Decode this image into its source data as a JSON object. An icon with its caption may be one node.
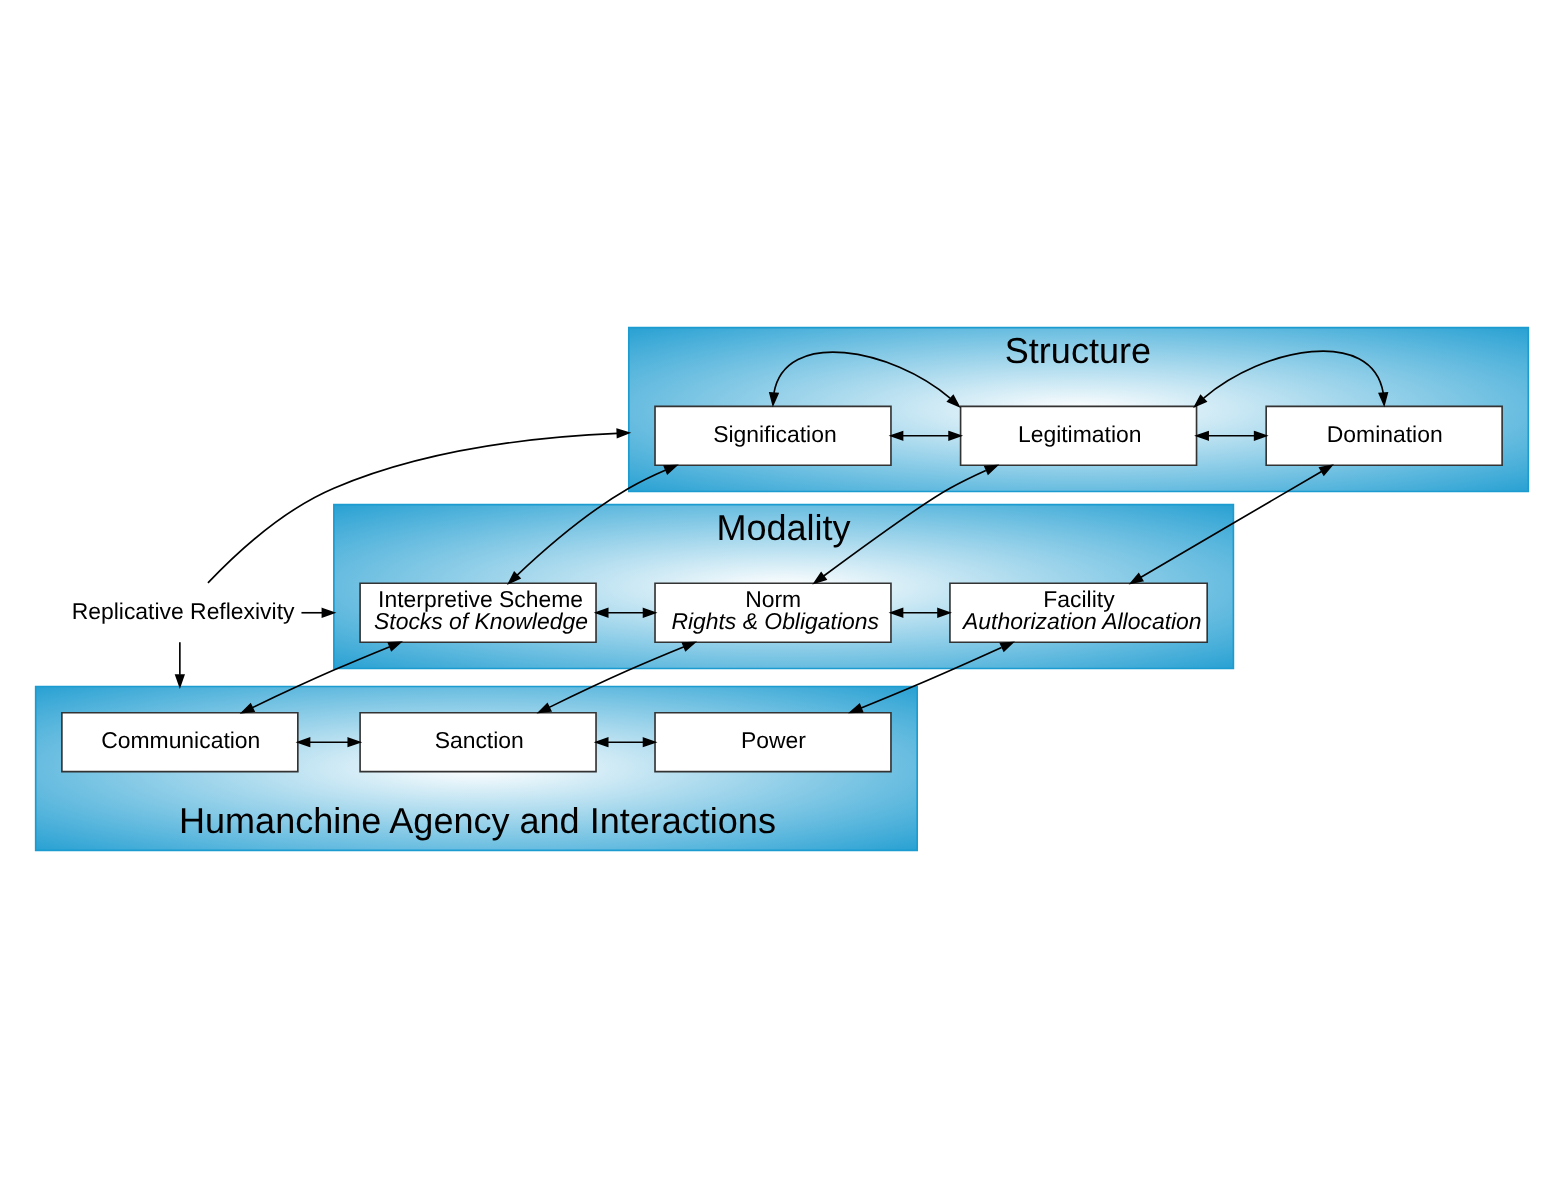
{
  "diagram": {
    "nodes": [
      {
        "text": [
          "Structure"
        ]
      },
      {
        "text": [
          "Signification"
        ],
        "in": 0
      },
      {
        "text": [
          "Legitimation"
        ],
        "in": 0
      },
      {
        "text": [
          "Domination"
        ],
        "in": 0
      },
      {
        "text": [
          "Modality"
        ]
      },
      {
        "text": [
          "Interpretive Scheme",
          "Stocks of Knowledge"
        ],
        "in": 4
      },
      {
        "text": [
          "Norm",
          "Rights & Obligations"
        ],
        "in": 4
      },
      {
        "text": [
          "Facility",
          "Authorization Allocation"
        ],
        "in": 4
      },
      {
        "text": [
          "Humanchine Agency and Interactions"
        ]
      },
      {
        "text": [
          "Communication"
        ],
        "in": 8
      },
      {
        "text": [
          "Sanction"
        ],
        "in": 8
      },
      {
        "text": [
          "Power"
        ],
        "in": 8
      },
      {
        "text": [
          "Replicative Reflexivity"
        ]
      }
    ],
    "edges": [
      {
        "from": 2,
        "to": 1,
        "arrow": "both"
      },
      {
        "from": 2,
        "to": 3,
        "arrow": "both"
      },
      {
        "from": 1,
        "to": 2,
        "arrow": "both"
      },
      {
        "from": 2,
        "to": 3,
        "arrow": "both"
      },
      {
        "from": 1,
        "to": 5,
        "arrow": "both"
      },
      {
        "from": 2,
        "to": 6,
        "arrow": "both"
      },
      {
        "from": 3,
        "to": 7,
        "arrow": "both"
      },
      {
        "from": 5,
        "to": 6,
        "arrow": "both"
      },
      {
        "from": 6,
        "to": 7,
        "arrow": "both"
      },
      {
        "from": 5,
        "to": 9,
        "arrow": "both"
      },
      {
        "from": 6,
        "to": 10,
        "arrow": "both"
      },
      {
        "from": 7,
        "to": 11,
        "arrow": "both"
      },
      {
        "from": 9,
        "to": 10,
        "arrow": "both"
      },
      {
        "from": 10,
        "to": 11,
        "arrow": "both"
      },
      {
        "from": 12,
        "to": 0,
        "arrow": "to"
      },
      {
        "from": 12,
        "to": 4,
        "arrow": "to"
      },
      {
        "from": 12,
        "to": 8,
        "arrow": "to"
      }
    ]
  }
}
